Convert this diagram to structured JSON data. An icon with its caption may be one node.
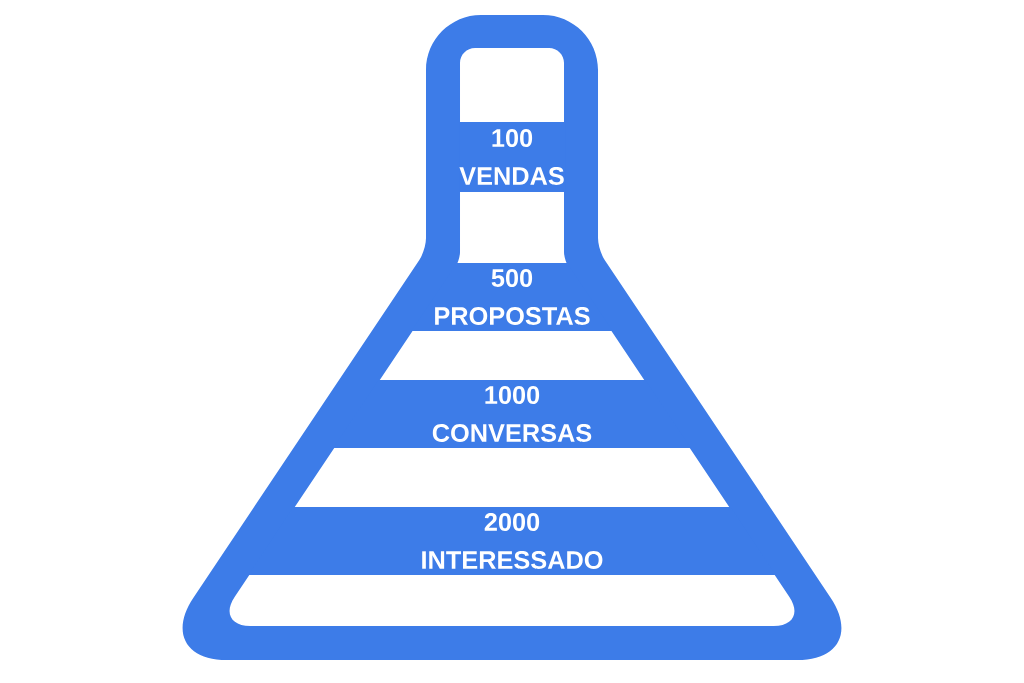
{
  "diagram": {
    "nodes": [
      {
        "text": [
          "100",
          "VENDAS"
        ]
      },
      {
        "text": [
          "500",
          "PROPOSTAS"
        ]
      },
      {
        "text": [
          "1000",
          "CONVERSAS"
        ]
      },
      {
        "text": [
          "2000",
          "INTERESSADO"
        ]
      }
    ]
  }
}
